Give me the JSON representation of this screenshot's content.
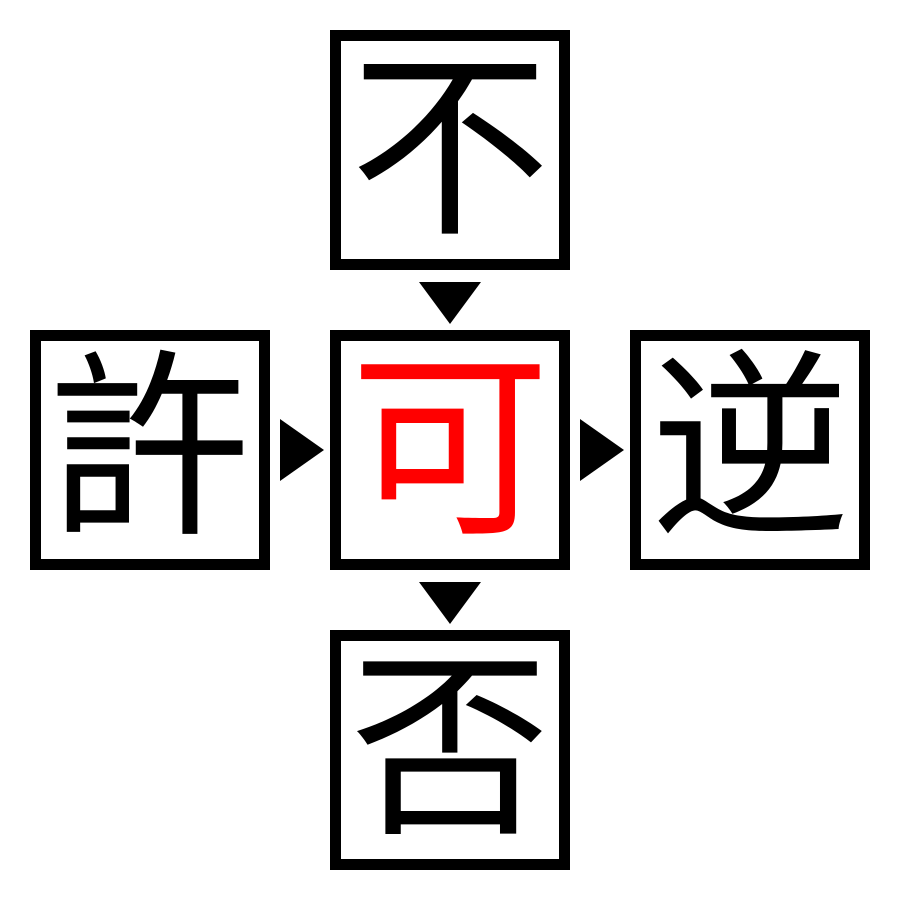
{
  "boxes": {
    "top": {
      "char": "不"
    },
    "left": {
      "char": "許"
    },
    "center": {
      "char": "可"
    },
    "right": {
      "char": "逆"
    },
    "bottom": {
      "char": "否"
    }
  },
  "arrows": [
    {
      "id": "top-to-center",
      "direction": "down"
    },
    {
      "id": "left-to-center",
      "direction": "right"
    },
    {
      "id": "center-to-right",
      "direction": "right"
    },
    {
      "id": "center-to-bottom",
      "direction": "down"
    }
  ],
  "colors": {
    "background": "#ffffff",
    "box_background": "#ffffff",
    "border": "#000000",
    "character": "#000000",
    "center_character": "#ff0000",
    "arrow": "#000000"
  }
}
